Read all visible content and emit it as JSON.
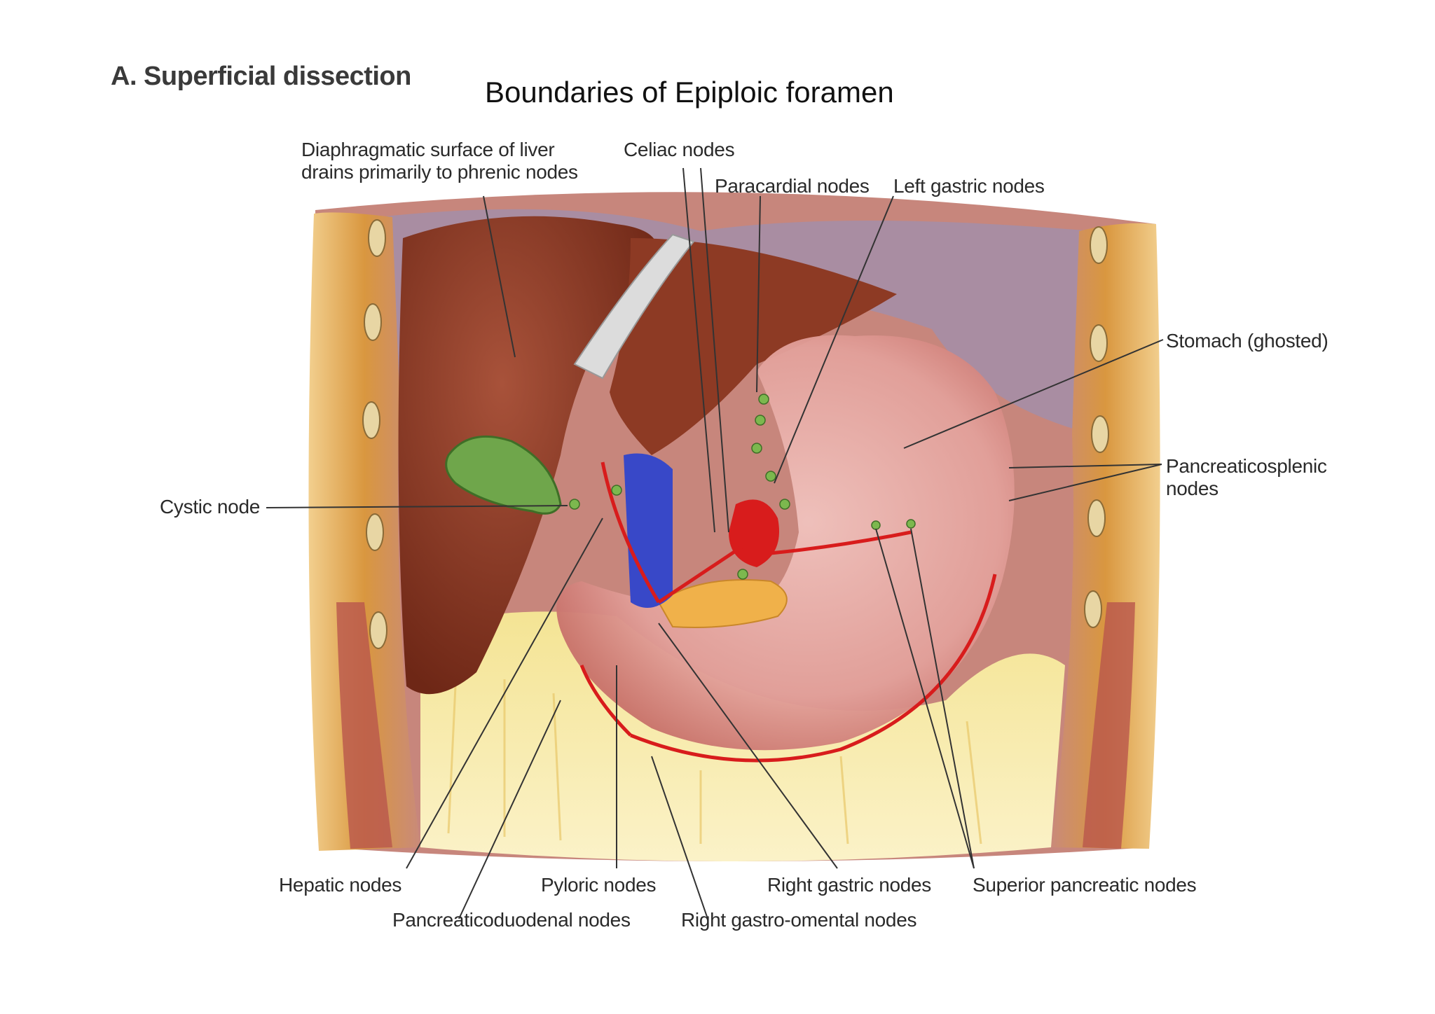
{
  "section_title": "A. Superficial dissection",
  "main_title": "Boundaries of Epiploic foramen",
  "labels": {
    "diaphragmatic_line1": "Diaphragmatic surface of liver",
    "diaphragmatic_line2": "drains primarily to phrenic nodes",
    "celiac": "Celiac nodes",
    "paracardial": "Paracardial nodes",
    "left_gastric": "Left gastric nodes",
    "stomach": "Stomach (ghosted)",
    "pancreaticosplenic_line1": "Pancreaticosplenic",
    "pancreaticosplenic_line2": "nodes",
    "cystic": "Cystic node",
    "hepatic": "Hepatic nodes",
    "pyloric": "Pyloric nodes",
    "right_gastric": "Right gastric nodes",
    "superior_pancreatic": "Superior pancreatic nodes",
    "pancreaticoduodenal": "Pancreaticoduodenal nodes",
    "right_gastro_omental": "Right gastro-omental nodes"
  },
  "colors": {
    "liver": "#8e3a24",
    "stomach": "#e6a3a0",
    "body_wall": "#e2b070",
    "fat": "#f3e08a",
    "gallbladder": "#6fa64b",
    "vein": "#3848c8",
    "artery": "#d81c1c",
    "diaphragm": "#a58ea6"
  }
}
